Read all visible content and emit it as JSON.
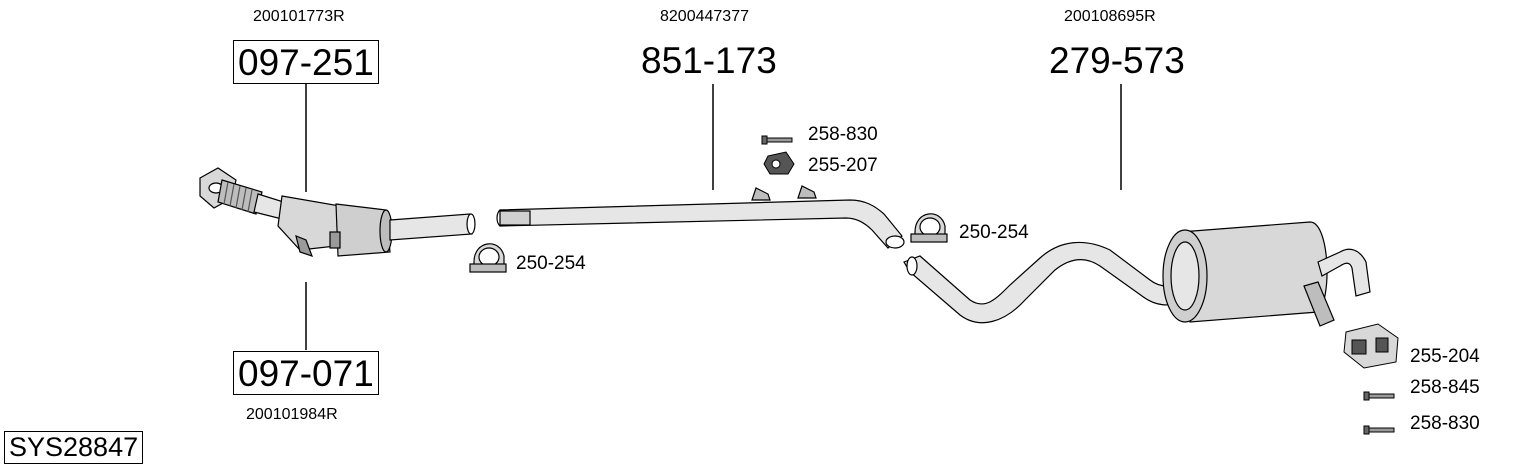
{
  "system_id": "SYS28847",
  "parts": {
    "cat_upper": {
      "oem": "200101773R",
      "number": "097-251"
    },
    "cat_lower": {
      "oem": "200101984R",
      "number": "097-071"
    },
    "middle_pipe": {
      "oem": "8200447377",
      "number": "851-173"
    },
    "rear_silencer": {
      "oem": "200108695R",
      "number": "279-573"
    }
  },
  "accessories": {
    "clamp_left": "250-254",
    "clamp_right": "250-254",
    "bolt_top": "258-830",
    "rubber_top": "255-207",
    "rubber_rear": "255-204",
    "bolt_rear_1": "258-845",
    "bolt_rear_2": "258-830"
  },
  "colors": {
    "line": "#000000",
    "part_fill": "#d8d8d8",
    "shade": "#9a9a9a"
  }
}
